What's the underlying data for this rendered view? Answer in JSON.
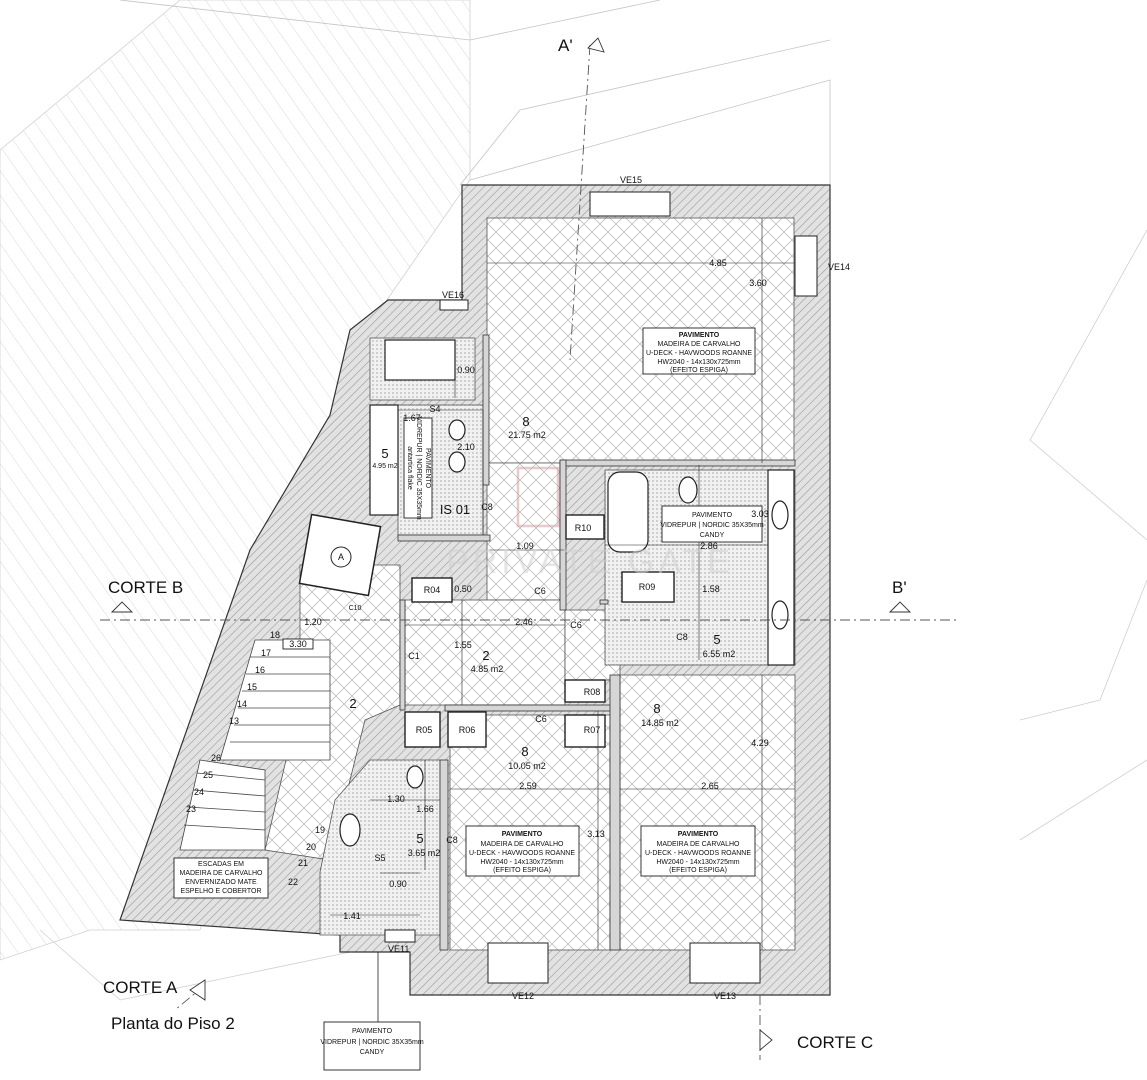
{
  "plan_title": "Planta do Piso 2",
  "watermark": "PRIVATE GATE",
  "sections": {
    "corte_a": "CORTE A",
    "corte_b": "CORTE B",
    "corte_b_end": "B'",
    "corte_c": "CORTE C",
    "corte_a_top": "A'"
  },
  "windows": {
    "ve11": "VE11",
    "ve12": "VE12",
    "ve13": "VE13",
    "ve14": "VE14",
    "ve15": "VE15",
    "ve16": "VE16"
  },
  "floor_notes": {
    "wood": {
      "title": "PAVIMENTO",
      "l1": "MADEIRA DE CARVALHO",
      "l2": "U-DECK - HAVWOODS ROANNE",
      "l3": "HW2040 - 14x130x725mm",
      "l4": "(EFEITO ESPIGA)"
    },
    "tile": {
      "title": "PAVIMENTO",
      "l1": "VIDREPUR | NORDIC 35X35mm",
      "l2": "CANDY"
    },
    "tile_vertical": {
      "title": "PAVIMENTO",
      "l1": "VIDREPUR | NORDIC 35X35mm",
      "l2": "antartica flake"
    },
    "stairs": {
      "l1": "ESCADAS EM",
      "l2": "MADEIRA DE CARVALHO",
      "l3": "ENVERNIZADO MATE",
      "l4": "ESPELHO E COBERTOR"
    }
  },
  "rooms": {
    "r8_top": {
      "id": "8",
      "area": "21.75 m2"
    },
    "r5_left": {
      "id": "5",
      "area": "4.95 m2"
    },
    "r5_right": {
      "id": "5",
      "area": "6.55 m2"
    },
    "r2_hall": {
      "id": "2",
      "area": "4.85 m2"
    },
    "r2_stair": {
      "id": "2"
    },
    "r8_mid": {
      "id": "8",
      "area": "10.05 m2"
    },
    "r8_right": {
      "id": "8",
      "area": "14.85 m2"
    },
    "r5_bottom": {
      "id": "5",
      "area": "3.65 m2"
    }
  },
  "labels": {
    "is01": "IS 01",
    "elevator": "A",
    "r04": "R04",
    "r05": "R05",
    "r06": "R06",
    "r07": "R07",
    "r08": "R08",
    "r09": "R09",
    "r10": "R10",
    "c1": "C1",
    "c6a": "C6",
    "c6b": "C6",
    "c6c": "C6",
    "c8a": "C8",
    "c8b": "C8",
    "c8c": "C8",
    "c10": "C10",
    "s4": "S4",
    "s5": "S5"
  },
  "dims": {
    "d485": "4.85",
    "d360": "3.60",
    "d090a": "0.90",
    "d167": "1.67",
    "d210": "2.10",
    "d109": "1.09",
    "d050": "0.50",
    "d246": "2.46",
    "d155": "1.55",
    "d120": "1.20",
    "d330": "3.30",
    "d303": "3.03",
    "d286": "2.86",
    "d158": "1.58",
    "d259": "2.59",
    "d265": "2.65",
    "d429": "4.29",
    "d313": "3.13",
    "d130": "1.30",
    "d166": "1.66",
    "d090b": "0.90",
    "d141": "1.41"
  },
  "steps": [
    "13",
    "14",
    "15",
    "16",
    "17",
    "18",
    "19",
    "20",
    "21",
    "22",
    "23",
    "24",
    "25",
    "26"
  ]
}
